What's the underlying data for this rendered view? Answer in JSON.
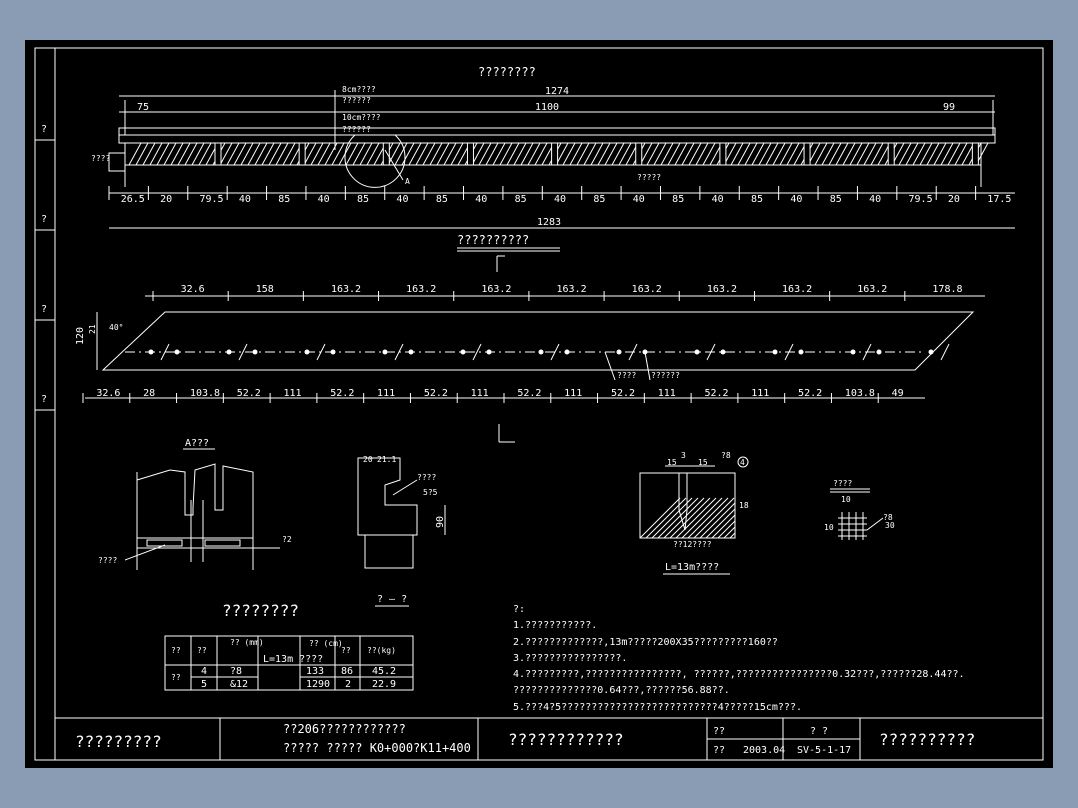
{
  "top_view": {
    "title": "????????",
    "dims_top": {
      "total": "1274",
      "left": "75",
      "mid": "1100",
      "right": "99"
    },
    "callouts": [
      "8cm????",
      "??????",
      "10cm????",
      "??????",
      "?????"
    ],
    "left_label": "????",
    "section_mark": "A",
    "dims_bottom": [
      "26.5",
      "20",
      "79.5",
      "40",
      "85",
      "40",
      "85",
      "40",
      "85",
      "40",
      "85",
      "40",
      "85",
      "40",
      "85",
      "40",
      "85",
      "40",
      "85",
      "40",
      "79.5",
      "20",
      "17.5"
    ],
    "overall": "1283",
    "subtitle": "??????????"
  },
  "plan_view": {
    "dims_top": [
      "32.6",
      "158",
      "163.2",
      "163.2",
      "163.2",
      "163.2",
      "163.2",
      "163.2",
      "163.2",
      "163.2",
      "178.8"
    ],
    "dims_bottom": [
      "32.6",
      "28",
      "103.8",
      "52.2",
      "111",
      "52.2",
      "111",
      "52.2",
      "111",
      "52.2",
      "111",
      "52.2",
      "111",
      "52.2",
      "111",
      "52.2",
      "103.8",
      "49"
    ],
    "left_dims": {
      "h": "120",
      "w": "21"
    },
    "angle": "40°",
    "callouts": [
      "????",
      "??????"
    ]
  },
  "detail_a": {
    "title": "A???",
    "left_label": "????",
    "right_label": "?2"
  },
  "section_11": {
    "dims": [
      "20",
      "21.1"
    ],
    "callout": "????",
    "r": "5?5",
    "h": "90",
    "title": "? — ?"
  },
  "detail_joint": {
    "dims": [
      "15",
      "3",
      "15",
      "?8",
      "4",
      "18"
    ],
    "callout": "??12????",
    "title": "L=13m????"
  },
  "detail_mesh": {
    "title": "????",
    "labels": [
      "10",
      "10",
      "?8",
      "30"
    ]
  },
  "table": {
    "title": "????????",
    "headers": [
      "??",
      "??",
      "??\n(mm)",
      "L=13m\n????",
      "??\n(cm)",
      "??",
      "??(kg)"
    ],
    "group": "??",
    "rows": [
      {
        "no": "4",
        "dia": "?8",
        "len": "133",
        "cnt": "86",
        "wt": "45.2"
      },
      {
        "no": "5",
        "dia": "&12",
        "len": "1290",
        "cnt": "2",
        "wt": "22.9"
      }
    ]
  },
  "notes": [
    "?:",
    "1.???????????.",
    "2.?????????????,13m?????200X35?????????160??",
    "3.????????????????.",
    "4.?????????,????????????????,  ??????,????????????????0.32???,??????28.44??.",
    "  ??????????????0.64???,??????56.88??.",
    "5.???4?5??????????????????????????4?????15cm???."
  ],
  "title_block": {
    "project": "?????????",
    "line1": "??206????????????",
    "line2": "?????    ?????    K0+000?K11+400",
    "drawing": "????????????",
    "date_label1": "??",
    "date_label2": "??",
    "date": "2003.04",
    "no_label": "? ?",
    "no": "SV-5-1-17",
    "company": "??????????"
  },
  "sidebar": [
    "?",
    "?",
    "?",
    "?"
  ]
}
